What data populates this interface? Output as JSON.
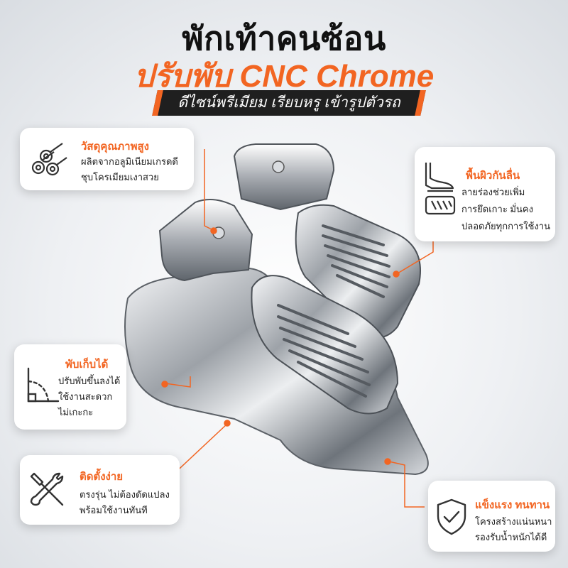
{
  "header": {
    "title": "พักเท้าคนซ้อน",
    "subtitle": "ปรับพับ CNC Chrome",
    "banner": "ดีไซน์พรีเมียม เรียบหรู เข้ารูปตัวรถ"
  },
  "features": [
    {
      "icon": "pipes-icon",
      "title": "วัสดุคุณภาพสูง",
      "lines": [
        "ผลิตจากอลูมิเนียมเกรดดี",
        "ชุบโครเมียมเงาสวย"
      ]
    },
    {
      "icon": "shoe-on-grip-icon",
      "title": "พื้นผิวกันลื่น",
      "lines": [
        "ลายร่องช่วยเพิ่ม",
        "การยึดเกาะ มั่นคง",
        "ปลอดภัยทุกการใช้งาน"
      ]
    },
    {
      "icon": "fold-angle-icon",
      "title": "พับเก็บได้",
      "lines": [
        "ปรับพับขึ้นลงได้",
        "ใช้งานสะดวก",
        "ไม่เกะกะ"
      ]
    },
    {
      "icon": "tools-icon",
      "title": "ติดตั้งง่าย",
      "lines": [
        "ตรงรุ่น ไม่ต้องดัดแปลง",
        "พร้อมใช้งานทันที"
      ]
    },
    {
      "icon": "shield-check-icon",
      "title": "แข็งแรง ทนทาน",
      "lines": [
        "โครงสร้างแน่นหนา",
        "รองรับน้ำหนักได้ดี"
      ]
    }
  ],
  "colors": {
    "accent": "#f26522",
    "dark": "#1f1f1f",
    "chrome": "#c9ccd1"
  }
}
